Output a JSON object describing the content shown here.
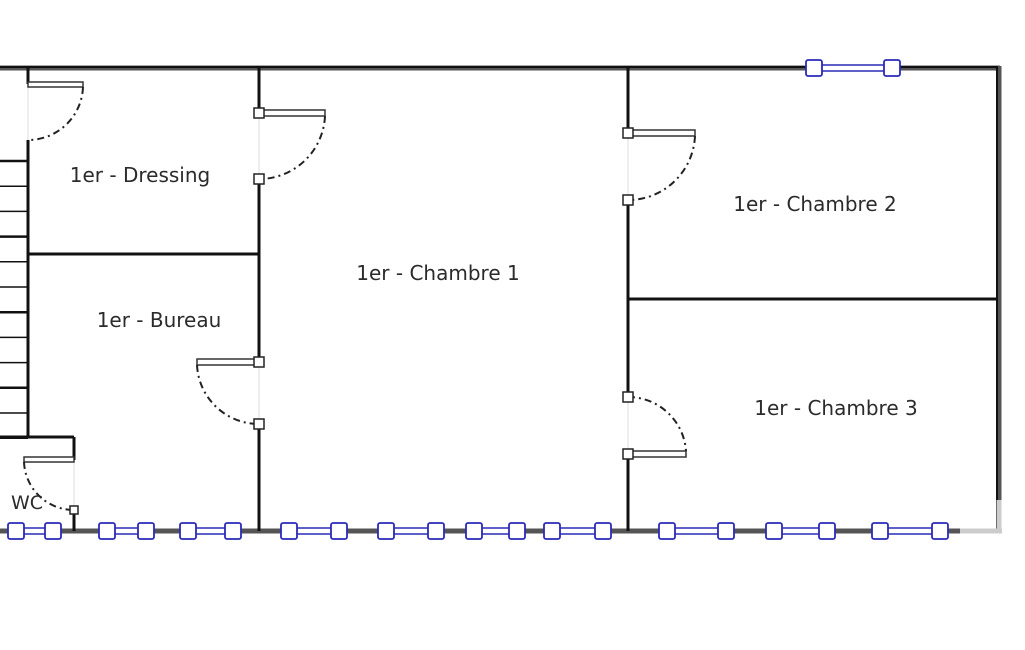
{
  "plan": {
    "level": "1er",
    "colors": {
      "wall": "#111111",
      "wall_outer": "#555555",
      "window": "#2a2ab8",
      "door": "#222222",
      "text": "#2b2b2b",
      "background": "#ffffff"
    },
    "rooms": [
      {
        "id": "dressing",
        "label": "1er - Dressing"
      },
      {
        "id": "bureau",
        "label": "1er - Bureau"
      },
      {
        "id": "chambre1",
        "label": "1er - Chambre 1"
      },
      {
        "id": "chambre2",
        "label": "1er - Chambre 2"
      },
      {
        "id": "chambre3",
        "label": "1er - Chambre 3"
      },
      {
        "id": "wc",
        "label": "WC"
      }
    ],
    "elements": {
      "stair_treads": 12,
      "doors": 6,
      "windows_bottom_wall": 10,
      "windows_top_wall": 1
    }
  }
}
